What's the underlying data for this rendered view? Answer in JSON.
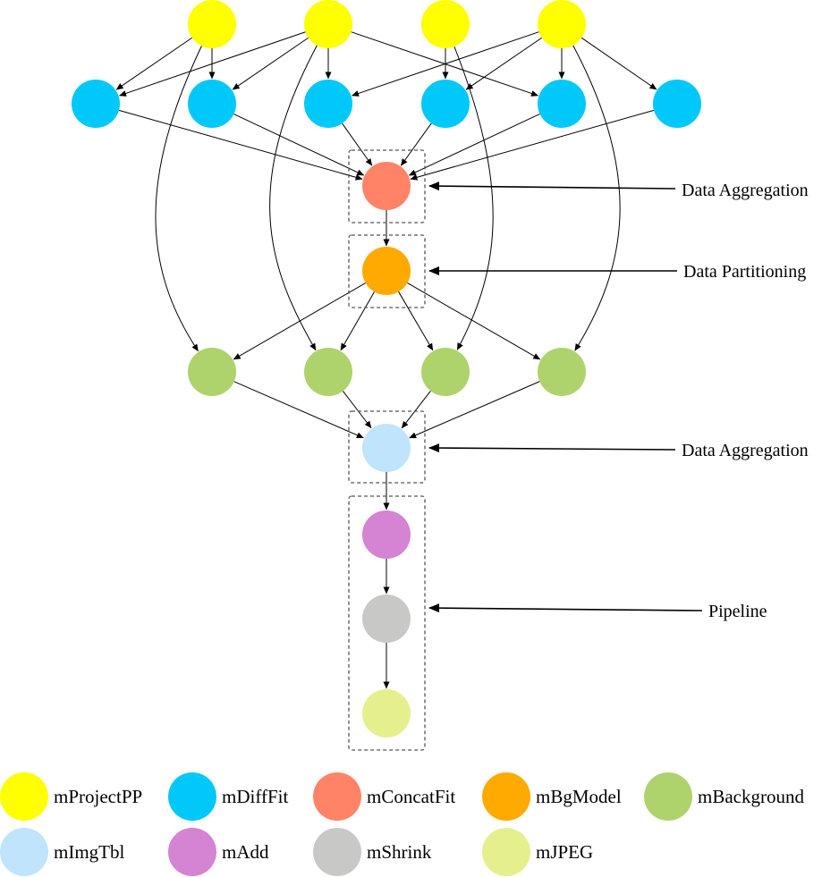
{
  "colors": {
    "mProjectPP": "#ffff00",
    "mDiffFit": "#00c8f8",
    "mConcatFit": "#ff8467",
    "mBgModel": "#ffaa00",
    "mBackground": "#aed36c",
    "mImgTbl": "#bfe4fc",
    "mAdd": "#d583d3",
    "mShrink": "#c8c8c6",
    "mJPEG": "#e5ef8e"
  },
  "annotations": [
    {
      "key": "agg1",
      "text": "Data Aggregation"
    },
    {
      "key": "part",
      "text": "Data Partitioning"
    },
    {
      "key": "agg2",
      "text": "Data Aggregation"
    },
    {
      "key": "pipe",
      "text": "Pipeline"
    }
  ],
  "legend": [
    {
      "key": "mProjectPP",
      "label": "mProjectPP"
    },
    {
      "key": "mDiffFit",
      "label": "mDiffFit"
    },
    {
      "key": "mConcatFit",
      "label": "mConcatFit"
    },
    {
      "key": "mBgModel",
      "label": "mBgModel"
    },
    {
      "key": "mBackground",
      "label": "mBackground"
    },
    {
      "key": "mImgTbl",
      "label": "mImgTbl"
    },
    {
      "key": "mAdd",
      "label": "mAdd"
    },
    {
      "key": "mShrink",
      "label": "mShrink"
    },
    {
      "key": "mJPEG",
      "label": "mJPEG"
    }
  ],
  "nodes": [
    {
      "id": "p1",
      "type": "mProjectPP"
    },
    {
      "id": "p2",
      "type": "mProjectPP"
    },
    {
      "id": "p3",
      "type": "mProjectPP"
    },
    {
      "id": "p4",
      "type": "mProjectPP"
    },
    {
      "id": "d1",
      "type": "mDiffFit"
    },
    {
      "id": "d2",
      "type": "mDiffFit"
    },
    {
      "id": "d3",
      "type": "mDiffFit"
    },
    {
      "id": "d4",
      "type": "mDiffFit"
    },
    {
      "id": "d5",
      "type": "mDiffFit"
    },
    {
      "id": "d6",
      "type": "mDiffFit"
    },
    {
      "id": "cf",
      "type": "mConcatFit"
    },
    {
      "id": "bm",
      "type": "mBgModel"
    },
    {
      "id": "b1",
      "type": "mBackground"
    },
    {
      "id": "b2",
      "type": "mBackground"
    },
    {
      "id": "b3",
      "type": "mBackground"
    },
    {
      "id": "b4",
      "type": "mBackground"
    },
    {
      "id": "it",
      "type": "mImgTbl"
    },
    {
      "id": "ad",
      "type": "mAdd"
    },
    {
      "id": "sh",
      "type": "mShrink"
    },
    {
      "id": "jp",
      "type": "mJPEG"
    }
  ],
  "edges": [
    [
      "p1",
      "d1"
    ],
    [
      "p1",
      "d2"
    ],
    [
      "p1",
      "b1"
    ],
    [
      "p2",
      "d1"
    ],
    [
      "p2",
      "d2"
    ],
    [
      "p2",
      "d3"
    ],
    [
      "p2",
      "d5"
    ],
    [
      "p2",
      "b2"
    ],
    [
      "p3",
      "d4"
    ],
    [
      "p3",
      "b3"
    ],
    [
      "p4",
      "d3"
    ],
    [
      "p4",
      "d4"
    ],
    [
      "p4",
      "d5"
    ],
    [
      "p4",
      "d6"
    ],
    [
      "p4",
      "b4"
    ],
    [
      "d1",
      "cf"
    ],
    [
      "d2",
      "cf"
    ],
    [
      "d3",
      "cf"
    ],
    [
      "d4",
      "cf"
    ],
    [
      "d5",
      "cf"
    ],
    [
      "d6",
      "cf"
    ],
    [
      "cf",
      "bm"
    ],
    [
      "bm",
      "b1"
    ],
    [
      "bm",
      "b2"
    ],
    [
      "bm",
      "b3"
    ],
    [
      "bm",
      "b4"
    ],
    [
      "b1",
      "it"
    ],
    [
      "b2",
      "it"
    ],
    [
      "b3",
      "it"
    ],
    [
      "b4",
      "it"
    ],
    [
      "it",
      "ad"
    ],
    [
      "ad",
      "sh"
    ],
    [
      "sh",
      "jp"
    ]
  ]
}
